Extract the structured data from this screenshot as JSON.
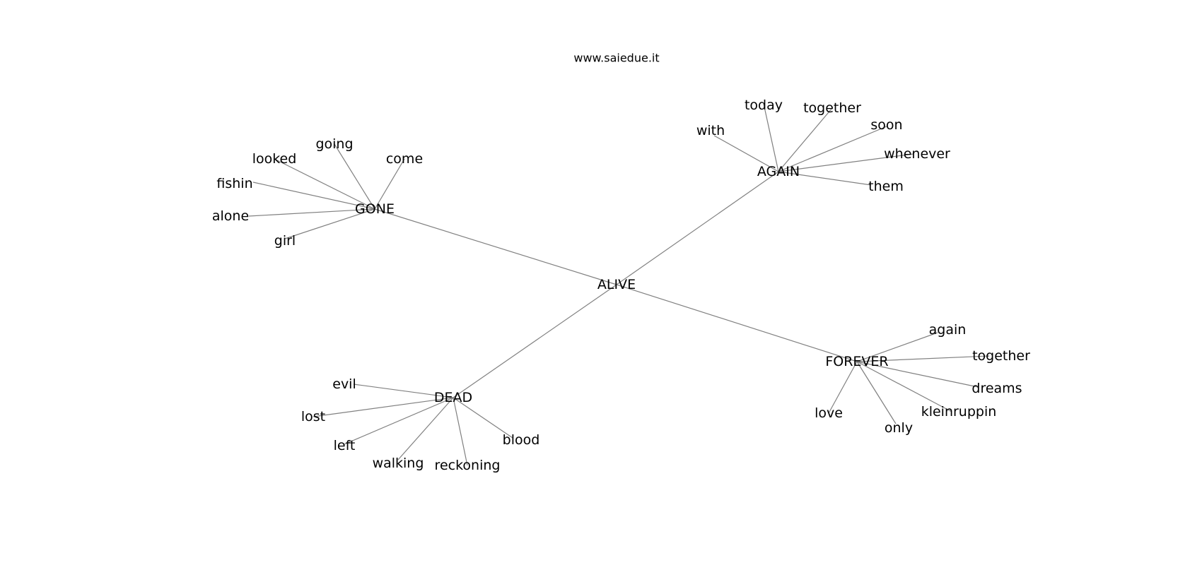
{
  "title": "www.saiedue.it",
  "graph": {
    "root": "ALIVE",
    "hubs": [
      {
        "label": "GONE",
        "children": [
          "going",
          "come",
          "looked",
          "fishin",
          "alone",
          "girl"
        ]
      },
      {
        "label": "AGAIN",
        "children": [
          "today",
          "together",
          "with",
          "soon",
          "whenever",
          "them"
        ]
      },
      {
        "label": "FOREVER",
        "children": [
          "again",
          "together",
          "dreams",
          "kleinruppin",
          "only",
          "love"
        ]
      },
      {
        "label": "DEAD",
        "children": [
          "evil",
          "lost",
          "left",
          "walking",
          "reckoning",
          "blood"
        ]
      }
    ]
  }
}
